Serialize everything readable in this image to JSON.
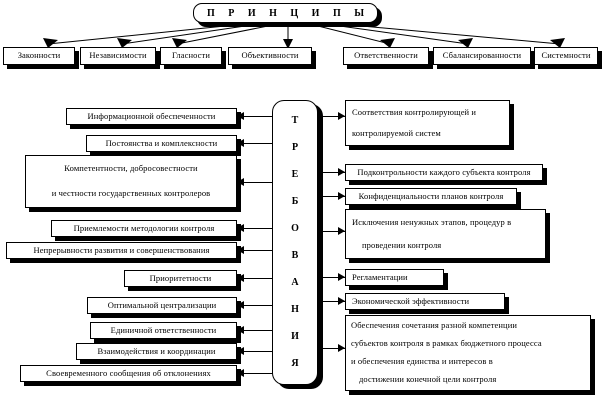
{
  "title": {
    "text": "ПРИНЦИПЫ",
    "spaced": "П Р И Н Ц И П Ы"
  },
  "center_band": {
    "text": "ТРЕБОВАНИЯ",
    "letters": [
      "Т",
      "Р",
      "Е",
      "Б",
      "О",
      "В",
      "А",
      "Н",
      "И",
      "Я"
    ]
  },
  "principles": [
    {
      "label": "Законности"
    },
    {
      "label": "Независимости"
    },
    {
      "label": "Гласности"
    },
    {
      "label": "Объективности"
    },
    {
      "label": "Ответственности"
    },
    {
      "label": "Сбалансированности"
    },
    {
      "label": "Системности"
    }
  ],
  "requirements_left": [
    {
      "lines": [
        "Информационной обеспеченности"
      ]
    },
    {
      "lines": [
        "Постоянства и комплексности"
      ]
    },
    {
      "lines": [
        "Компетентности, добросовестности",
        "и честности государственных контролеров"
      ]
    },
    {
      "lines": [
        "Приемлемости методологии контроля"
      ]
    },
    {
      "lines": [
        "Непрерывности развития и совершенствования"
      ]
    },
    {
      "lines": [
        "Приоритетности"
      ]
    },
    {
      "lines": [
        "Оптимальной централизации"
      ]
    },
    {
      "lines": [
        "Единичной ответственности"
      ]
    },
    {
      "lines": [
        "Взаимодействия и координации"
      ]
    },
    {
      "lines": [
        "Своевременного сообщения об отклонениях"
      ]
    }
  ],
  "requirements_right": [
    {
      "lines": [
        "Соответствия контролирующей и",
        "контролируемой систем"
      ]
    },
    {
      "lines": [
        "Подконтрольности каждого субъекта контроля"
      ]
    },
    {
      "lines": [
        "Конфиденциальности планов контроля"
      ]
    },
    {
      "lines": [
        "Исключения ненужных этапов, процедур в",
        "проведении контроля"
      ]
    },
    {
      "lines": [
        "Регламентации"
      ]
    },
    {
      "lines": [
        "Экономической  эффективности"
      ]
    },
    {
      "lines": [
        "Обеспечения сочетания разной компетенции",
        "субъектов контроля в рамках бюджетного процесса",
        "и обеспечения единства и интересов в",
        "достижении конечной цели контроля"
      ]
    }
  ],
  "colors": {
    "stroke": "#000000",
    "fill": "#ffffff",
    "shadow": "#000000"
  }
}
